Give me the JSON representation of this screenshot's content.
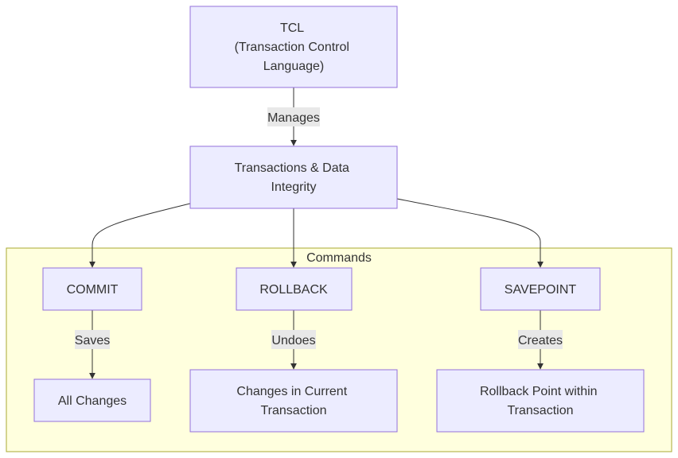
{
  "colors": {
    "node_fill": "#ECECFF",
    "node_stroke": "#9370DB",
    "cluster_fill": "#ffffde",
    "cluster_stroke": "#aaaa33",
    "edge": "#333333",
    "edge_label_bg": "#e8e8e8",
    "text": "#333333"
  },
  "cluster": {
    "title": "Commands"
  },
  "nodes": {
    "tcl": {
      "lines": [
        "TCL",
        "(Transaction Control",
        "Language)"
      ]
    },
    "transactions": {
      "lines": [
        "Transactions & Data",
        "Integrity"
      ]
    },
    "commit": {
      "lines": [
        "COMMIT"
      ]
    },
    "rollback": {
      "lines": [
        "ROLLBACK"
      ]
    },
    "savepoint": {
      "lines": [
        "SAVEPOINT"
      ]
    },
    "all_changes": {
      "lines": [
        "All Changes"
      ]
    },
    "changes_current": {
      "lines": [
        "Changes in Current",
        "Transaction"
      ]
    },
    "rollback_point": {
      "lines": [
        "Rollback Point within",
        "Transaction"
      ]
    }
  },
  "edges": {
    "manages": "Manages",
    "saves": "Saves",
    "undoes": "Undoes",
    "creates": "Creates"
  }
}
